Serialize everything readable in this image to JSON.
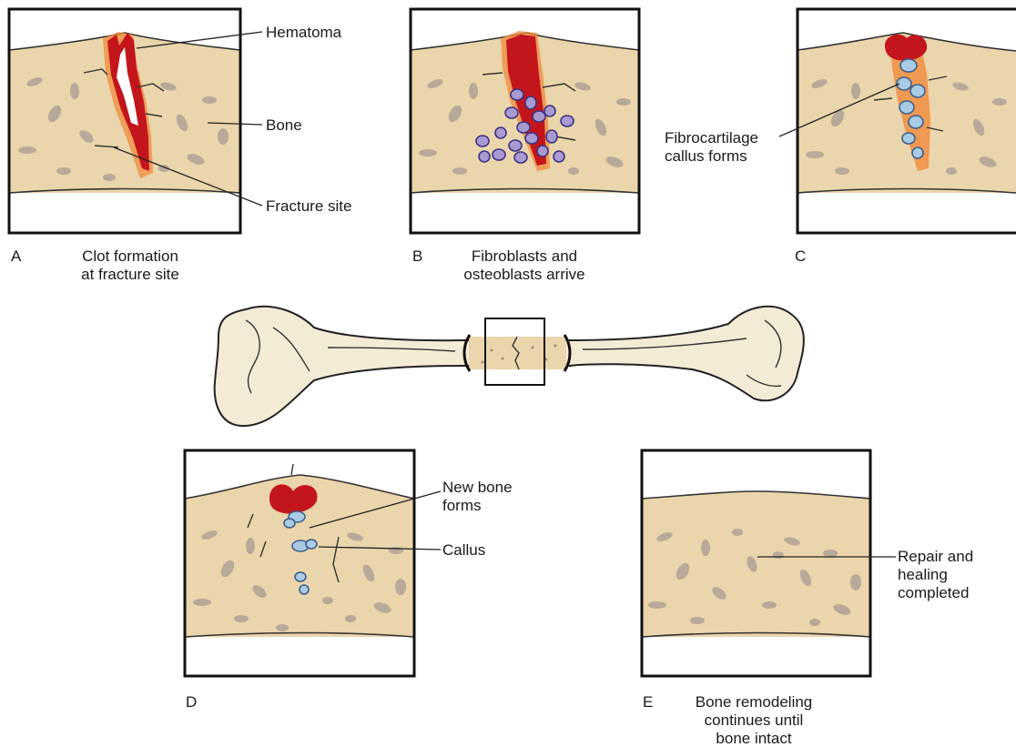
{
  "panels": {
    "a": {
      "letter": "A",
      "caption_lines": [
        "Clot formation",
        "at fracture site"
      ],
      "labels": {
        "hematoma": "Hematoma",
        "bone": "Bone",
        "fracture_site": "Fracture site"
      }
    },
    "b": {
      "letter": "B",
      "caption_lines": [
        "Fibroblasts and",
        "osteoblasts arrive"
      ]
    },
    "c": {
      "letter": "C",
      "labels": {
        "fibrocartilage": [
          "Fibrocartilage",
          "callus forms"
        ]
      }
    },
    "d": {
      "letter": "D",
      "labels": {
        "new_bone": [
          "New bone",
          "forms"
        ],
        "callus": "Callus"
      }
    },
    "e": {
      "letter": "E",
      "caption_lines": [
        "Bone remodeling",
        "continues until",
        "bone intact"
      ],
      "labels": {
        "repair": [
          "Repair and",
          "healing",
          "completed"
        ]
      }
    }
  },
  "colors": {
    "bone": "#ead5ac",
    "spongy_spot": "#b9a999",
    "hematoma": "#c3161c",
    "hematoma_glow": "#f08a3c",
    "fibroblast": "#a89ad1",
    "new_bone_cell": "#a9cbe6",
    "outline": "#111111"
  }
}
